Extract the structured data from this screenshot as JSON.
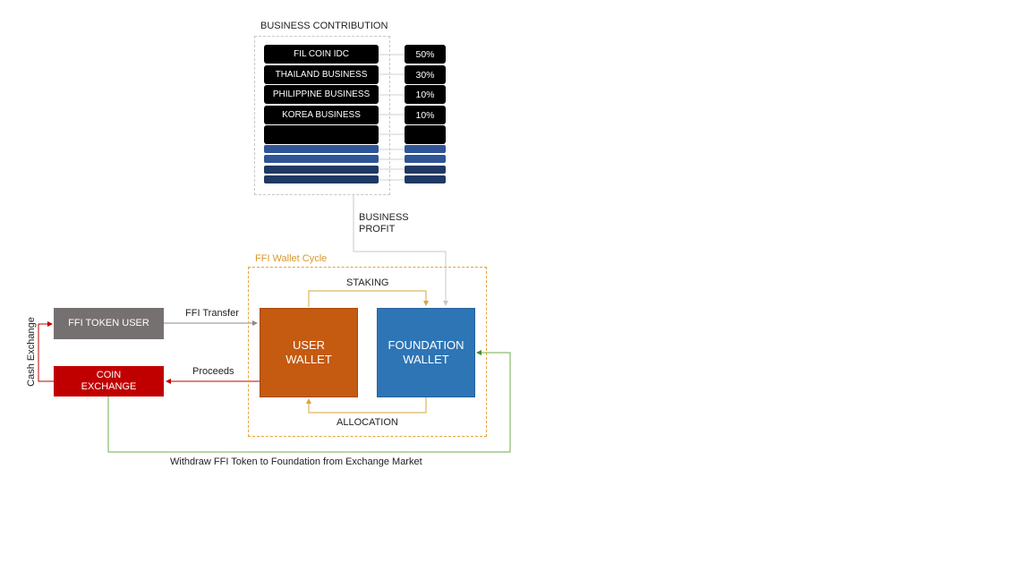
{
  "business_contribution": {
    "title": "BUSINESS CONTRIBUTION",
    "items": [
      {
        "label": "FIL COIN IDC",
        "percent": "50%"
      },
      {
        "label": "THAILAND BUSINESS",
        "percent": "30%"
      },
      {
        "label": "PHILIPPINE BUSINESS",
        "percent": "10%"
      },
      {
        "label": "KOREA BUSINESS",
        "percent": "10%"
      },
      {
        "label": "",
        "percent": ""
      }
    ],
    "bar_colors": [
      "#2f5597",
      "#2f5597",
      "#203864",
      "#1f3864"
    ],
    "profit_label_line1": "BUSINESS",
    "profit_label_line2": "PROFIT"
  },
  "wallet_cycle": {
    "title": "FFI Wallet Cycle",
    "staking_label": "STAKING",
    "allocation_label": "ALLOCATION",
    "user_wallet_line1": "USER",
    "user_wallet_line2": "WALLET",
    "foundation_wallet_line1": "FOUNDATION",
    "foundation_wallet_line2": "WALLET"
  },
  "ffi_token_user": "FFI TOKEN USER",
  "coin_exchange_line1": "COIN",
  "coin_exchange_line2": "EXCHANGE",
  "ffi_transfer_label": "FFI Transfer",
  "proceeds_label": "Proceeds",
  "cash_exchange_label": "Cash Exchange",
  "withdraw_label": "Withdraw FFI Token to Foundation from Exchange Market",
  "colors": {
    "cycle_accent": "#e3a43a",
    "user_wallet": "#c55a11",
    "foundation_wallet": "#2e75b6",
    "coin_exchange": "#c00000",
    "ffi_token_user": "#767171",
    "withdraw_line": "#70ad47"
  }
}
